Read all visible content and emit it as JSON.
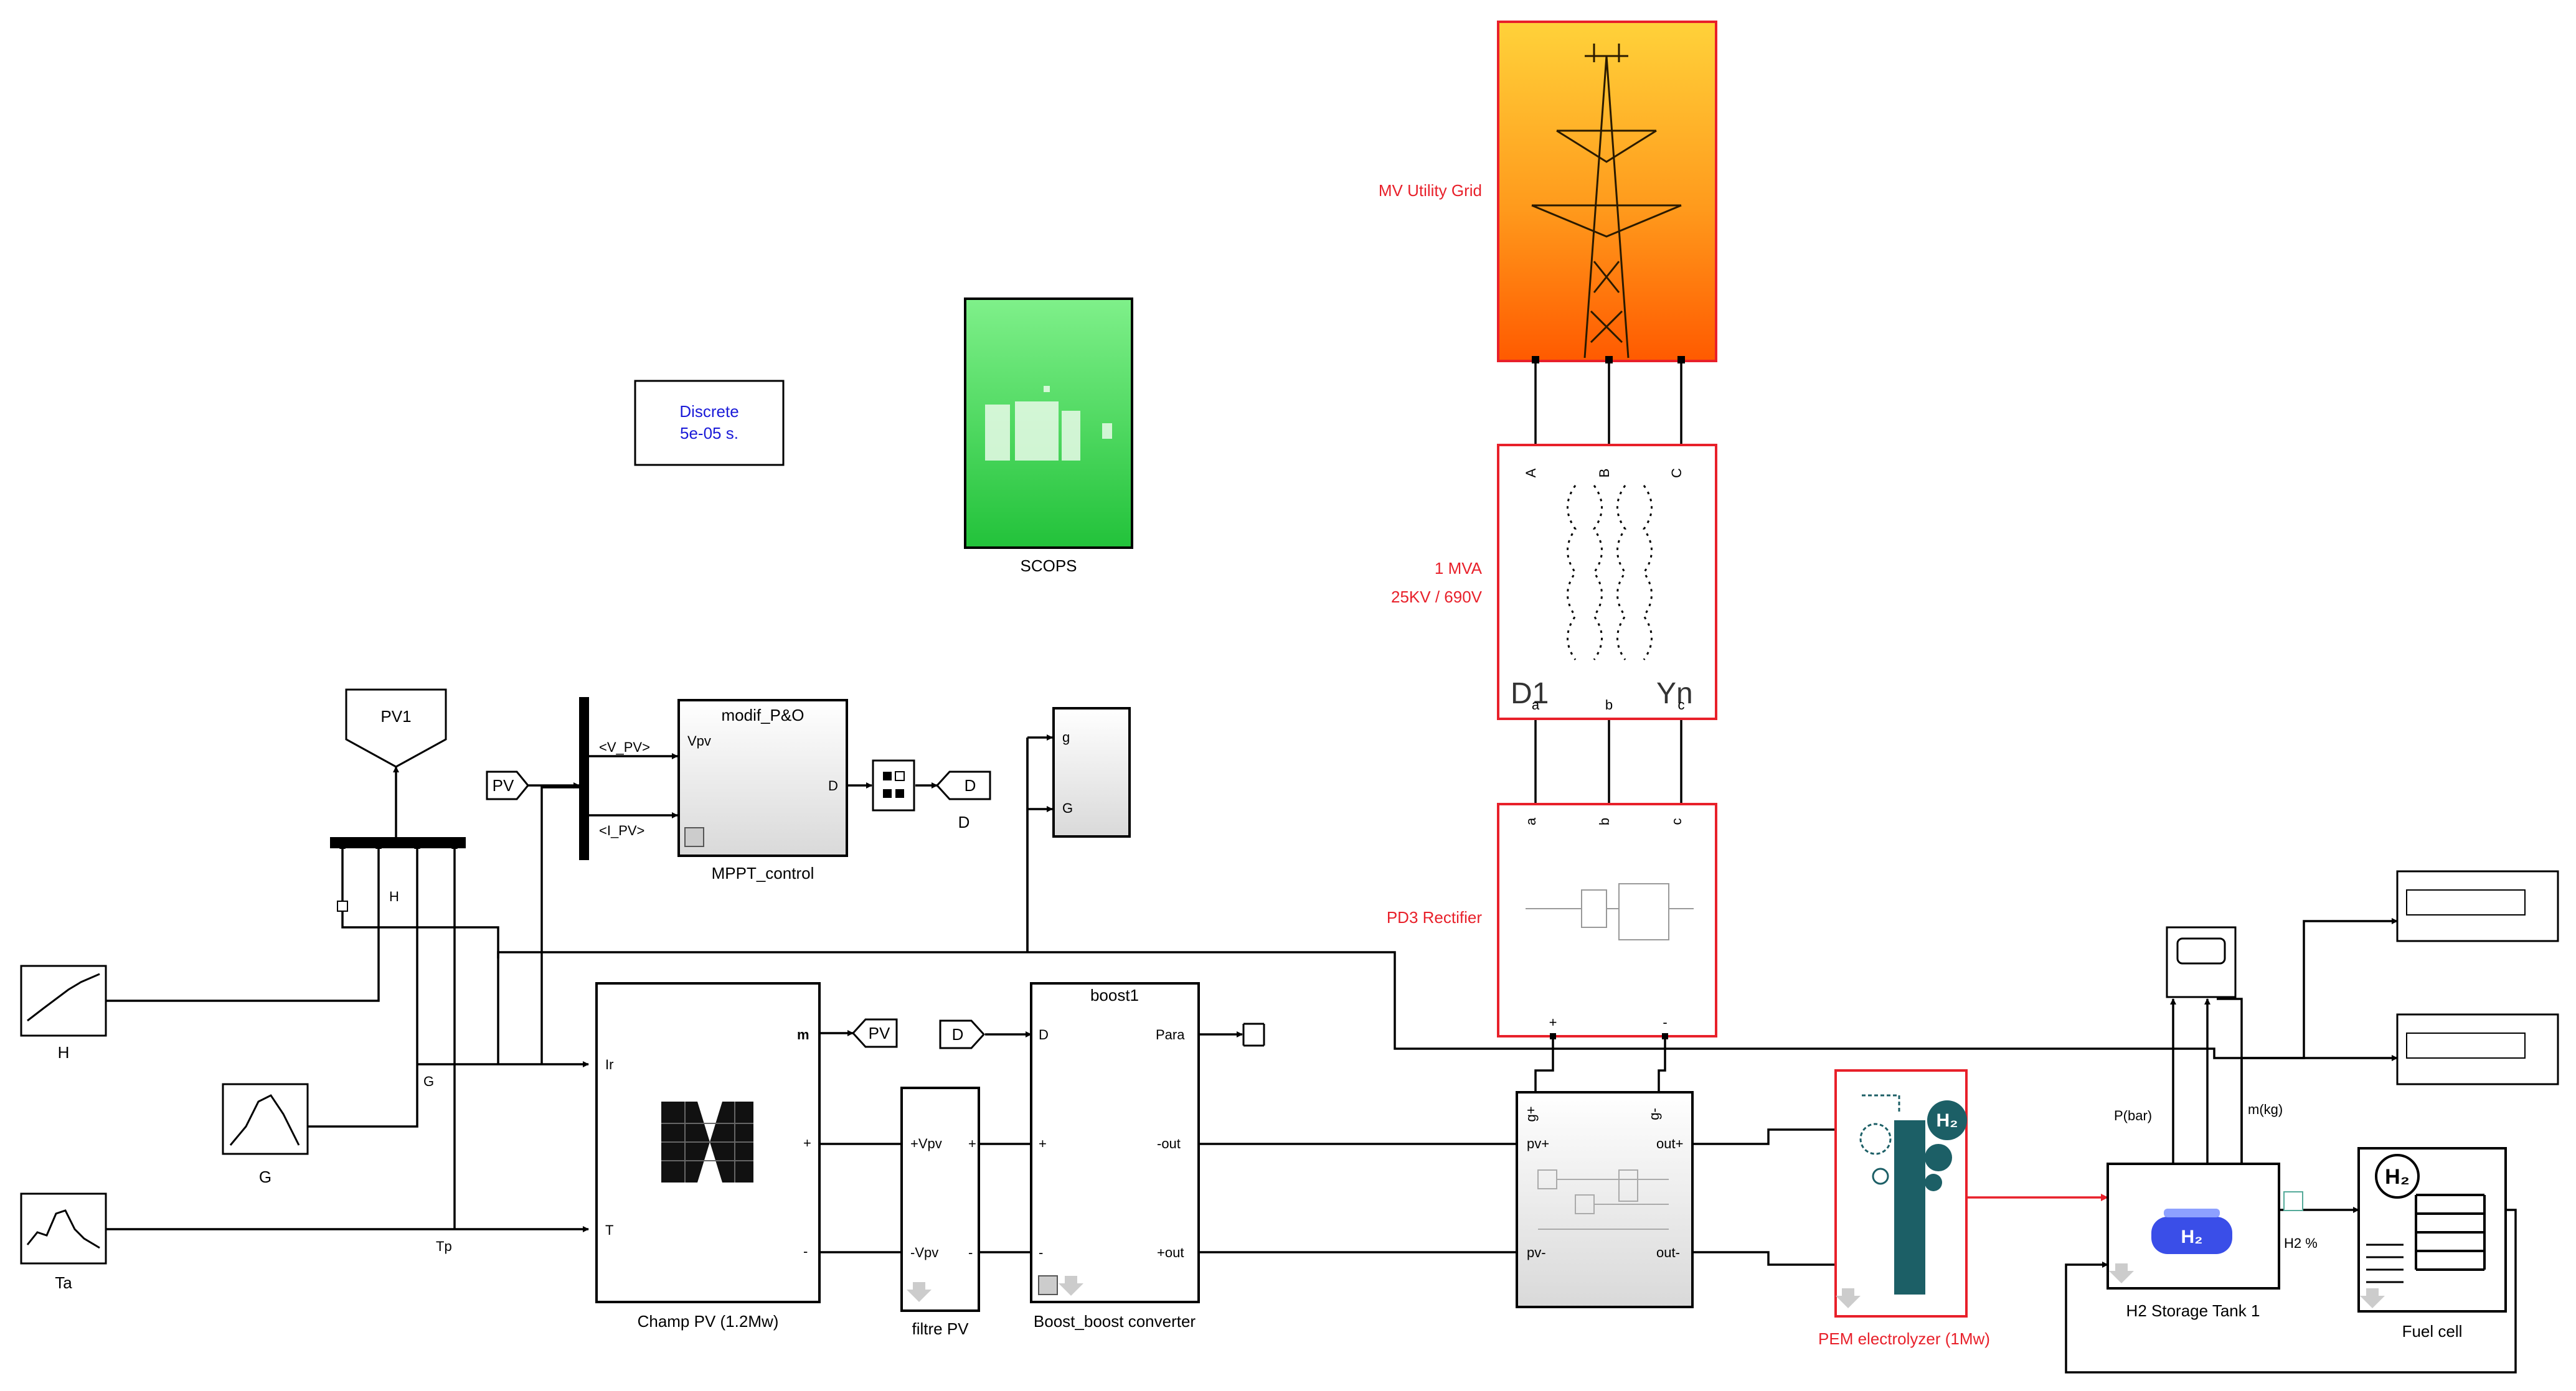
{
  "solver": {
    "line1": "Discrete",
    "line2": "5e-05 s."
  },
  "blocks": {
    "scops": "SCOPS",
    "grid": "MV Utility Grid",
    "transformer": {
      "line1": "1 MVA",
      "line2": "25KV / 690V",
      "winding1": "D1",
      "winding2": "Yn"
    },
    "rectifier": "PD3 Rectifier",
    "mppt": {
      "title": "modif_P&O",
      "caption": "MPPT_control",
      "in1": "Vpv",
      "out1": "D"
    },
    "pv1_goto": "PV1",
    "pv_from": "PV",
    "pv_goto": "PV",
    "d_goto": "D",
    "d_from": "D",
    "bus_labels": {
      "v": "<V_PV>",
      "i": "<I_PV>"
    },
    "h_source": "H",
    "g_source": "G",
    "ta_source": "Ta",
    "mux_h": "H",
    "wire_g": "G",
    "wire_tp": "Tp",
    "pv_array": {
      "caption": "Champ PV (1.2Mw)",
      "in1": "Ir",
      "in2": "T",
      "out_m": "m",
      "plus": "+",
      "minus": "-"
    },
    "filter": {
      "caption": "filtre PV",
      "p1": "+Vpv",
      "p2": "-Vpv",
      "plus": "+",
      "minus": "-"
    },
    "boost": {
      "title": "boost1",
      "caption": "Boost_boost converter",
      "d": "D",
      "para": "Para",
      "plus": "+",
      "minus": "-",
      "out_neg": "-out",
      "out_pos": "+out"
    },
    "gate": {
      "g": "g",
      "G": "G"
    },
    "converter": {
      "in_p": "pv+",
      "in_n": "pv-",
      "out_p": "out+",
      "out_n": "out-",
      "g_p": "g+",
      "g_n": "g-"
    },
    "electrolyzer": "PEM electrolyzer (1Mw)",
    "tank": {
      "caption": "H2 Storage Tank 1",
      "p": "P(bar)",
      "m": "m(kg)",
      "pct": "H2 %",
      "icon": "H₂"
    },
    "fuel_cell": {
      "caption": "Fuel cell",
      "icon": "H₂"
    },
    "phases_top": [
      "A",
      "B",
      "C"
    ],
    "phases_bottom": [
      "a",
      "b",
      "c"
    ],
    "rect_phases": [
      "a",
      "b",
      "c"
    ],
    "rect_out": [
      "+",
      "-"
    ]
  }
}
